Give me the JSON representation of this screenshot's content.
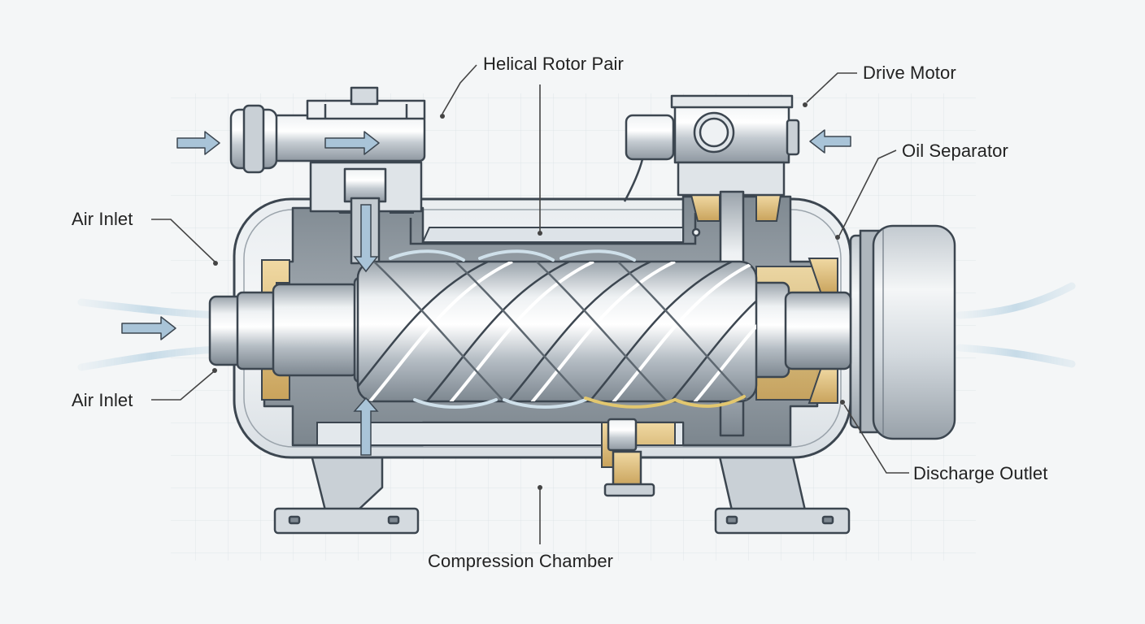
{
  "labels": {
    "helical_rotor_pair": "Helical Rotor Pair",
    "drive_motor": "Drive Motor",
    "oil_separator": "Oil Separator",
    "air_inlet_top": "Air Inlet",
    "air_inlet_bottom": "Air Inlet",
    "discharge_outlet": "Discharge Outlet",
    "compression_chamber": "Compression Chamber"
  },
  "colors": {
    "background": "#f4f6f7",
    "grid": "#dfe5e9",
    "steel_light": "#dfe4e8",
    "steel_mid": "#b7bfc6",
    "steel_dark": "#6d7782",
    "outline": "#3c4650",
    "cavity": "#8c959d",
    "airflow": "#b9d3e3",
    "arrow_fill": "#a9c4d8",
    "seal": "#d8b874",
    "leader": "#444444"
  }
}
